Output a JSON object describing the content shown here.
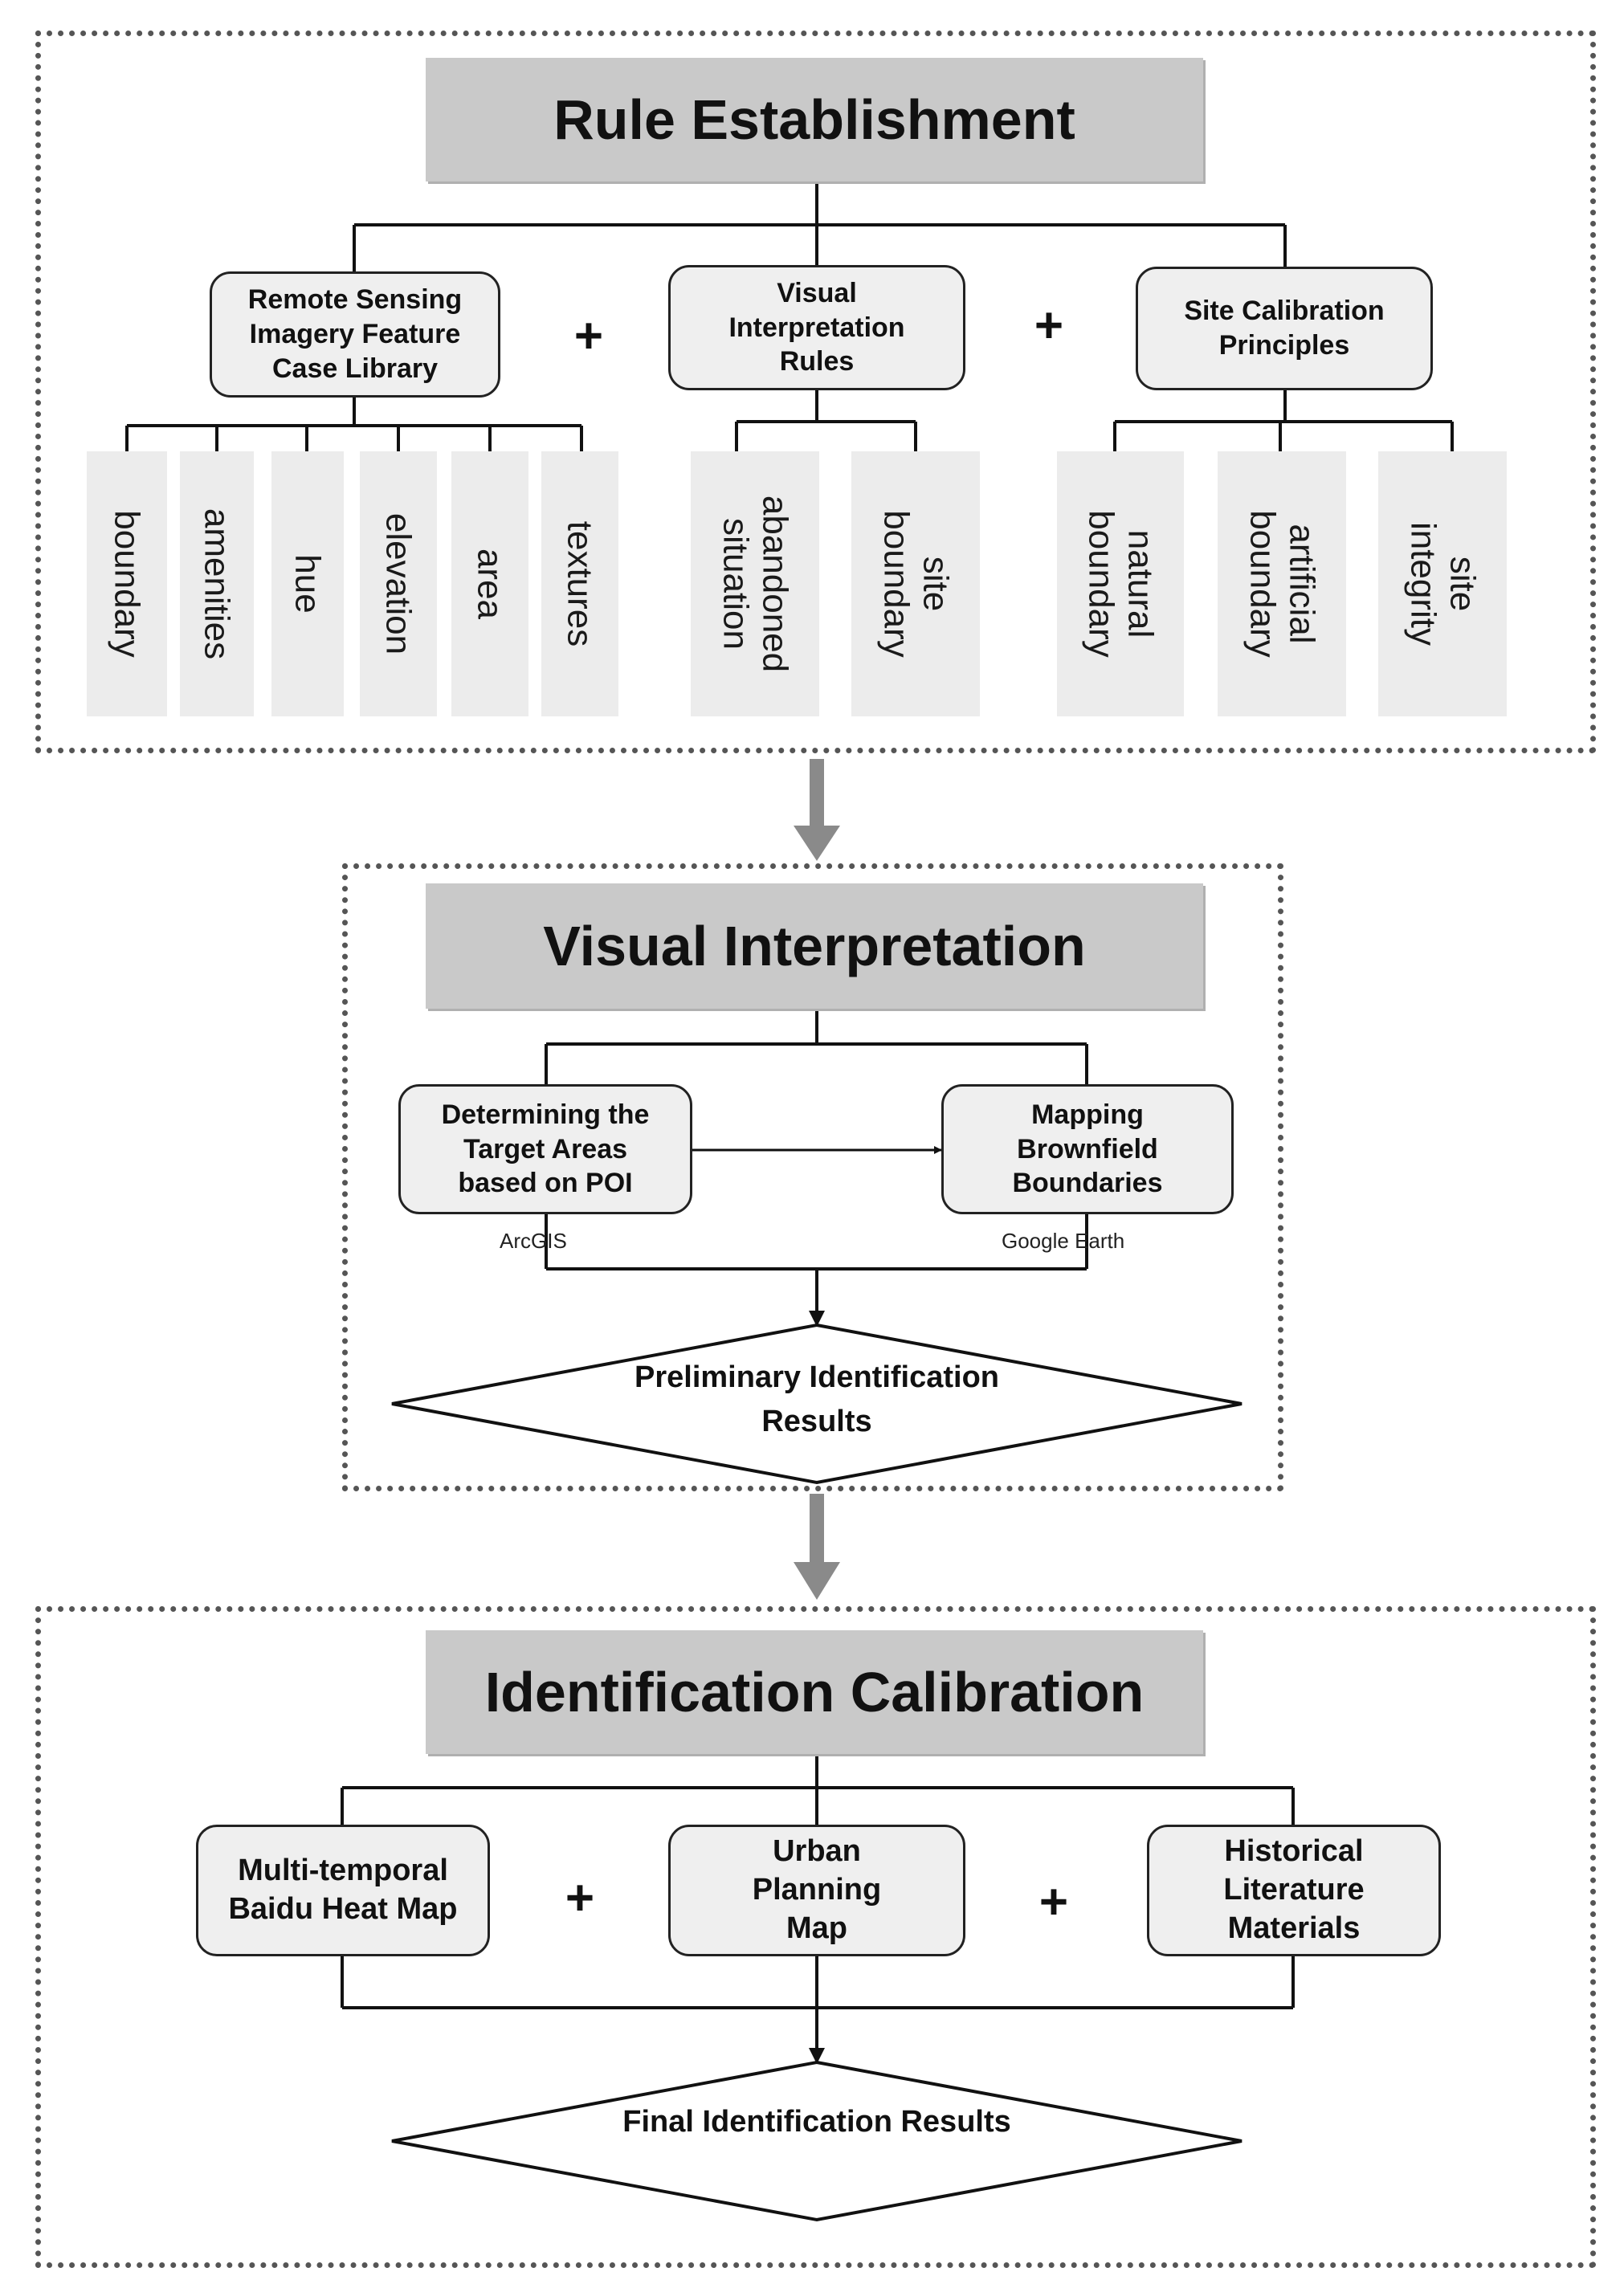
{
  "rule_establishment": {
    "title": "Rule Establishment",
    "groups": [
      {
        "label": "Remote Sensing Imagery Feature Case Library",
        "items": [
          "boundary",
          "amenities",
          "hue",
          "elevation",
          "area",
          "textures"
        ]
      },
      {
        "label": "Visual Interpretation Rules",
        "items": [
          "abandoned situation",
          "site boundary"
        ]
      },
      {
        "label": "Site Calibration Principles",
        "items": [
          "natural boundary",
          "artificial boundary",
          "site integrity"
        ]
      }
    ],
    "plus": "+"
  },
  "visual_interpretation": {
    "title": "Visual Interpretation",
    "step1": "Determining the Target Areas based on POI",
    "step1_tool": "ArcGIS",
    "step2": "Mapping Brownfield Boundaries",
    "step2_tool": "Google Earth",
    "result": "Preliminary Identification Results"
  },
  "identification_calibration": {
    "title": "Identification Calibration",
    "sources": [
      "Multi-temporal Baidu Heat Map",
      "Urban Planning Map",
      "Historical Literature Materials"
    ],
    "plus": "+",
    "result": "Final Identification Results"
  }
}
